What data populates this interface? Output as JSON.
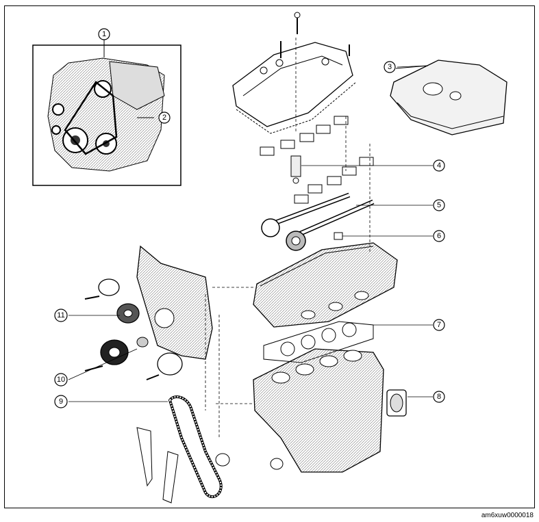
{
  "diagram": {
    "callouts": [
      "1",
      "2",
      "3",
      "4",
      "5",
      "6",
      "7",
      "8",
      "9",
      "10",
      "11"
    ],
    "reference_code": "am6xuw0000018"
  },
  "colors": {
    "line": "#000000",
    "fill": "#ffffff",
    "shade": "#cfcfcf",
    "dark": "#555555"
  }
}
